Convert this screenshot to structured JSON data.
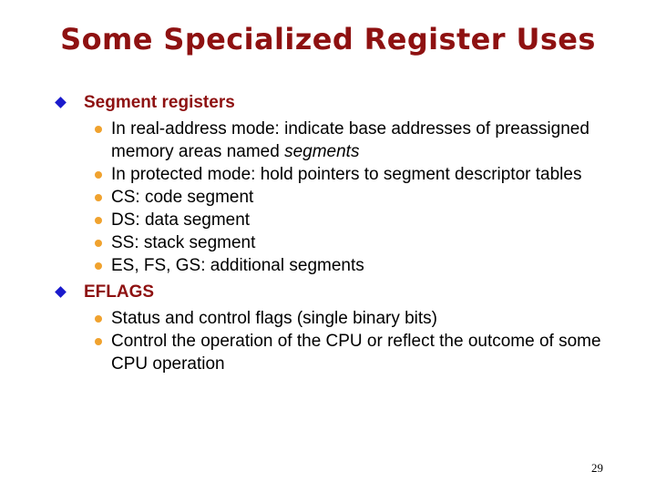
{
  "slide": {
    "title": "Some Specialized Register Uses",
    "page_number": "29",
    "colors": {
      "title_red": "#8E1111",
      "heading_red": "#8E1111",
      "diamond_blue": "#1A1ACC",
      "dot_orange": "#F0A22E",
      "body_black": "#000000",
      "background": "#FFFFFF"
    },
    "groups": [
      {
        "heading": "Segment registers",
        "bullet_icon": "diamond-bullet",
        "items": [
          {
            "bullet_icon": "dot-bullet",
            "text_before": "In real-address mode: indicate base addresses of preassigned memory areas named ",
            "text_italic": "segments",
            "text_after": ""
          },
          {
            "bullet_icon": "dot-bullet",
            "text_before": "In protected mode: hold pointers to segment descriptor tables",
            "text_italic": "",
            "text_after": ""
          },
          {
            "bullet_icon": "dot-bullet",
            "text_before": "CS: code segment",
            "text_italic": "",
            "text_after": ""
          },
          {
            "bullet_icon": "dot-bullet",
            "text_before": "DS: data segment",
            "text_italic": "",
            "text_after": ""
          },
          {
            "bullet_icon": "dot-bullet",
            "text_before": "SS: stack segment",
            "text_italic": "",
            "text_after": ""
          },
          {
            "bullet_icon": "dot-bullet",
            "text_before": "ES, FS, GS: additional segments",
            "text_italic": "",
            "text_after": ""
          }
        ]
      },
      {
        "heading": "EFLAGS",
        "bullet_icon": "diamond-bullet",
        "items": [
          {
            "bullet_icon": "dot-bullet",
            "text_before": "Status and control flags (single binary bits)",
            "text_italic": "",
            "text_after": ""
          },
          {
            "bullet_icon": "dot-bullet",
            "text_before": "Control the operation of the CPU or reflect the outcome of some CPU operation",
            "text_italic": "",
            "text_after": ""
          }
        ]
      }
    ]
  }
}
